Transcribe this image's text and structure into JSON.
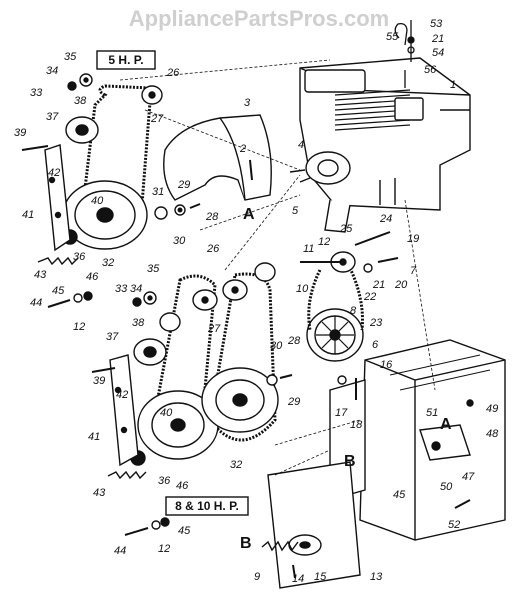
{
  "watermark": "AppliancePartsPros.com",
  "boxes": {
    "hp5": "5 H. P.",
    "hp810": "8 & 10 H. P."
  },
  "refs": {
    "a": "A",
    "b": "B"
  },
  "callouts": {
    "c1": "1",
    "c2": "2",
    "c3": "3",
    "c4": "4",
    "c5": "5",
    "c6": "6",
    "c7": "7",
    "c8": "8",
    "c9": "9",
    "c10": "10",
    "c11": "11",
    "c12": "12",
    "c13": "13",
    "c14": "14",
    "c15": "15",
    "c16": "16",
    "c17": "17",
    "c18": "18",
    "c19": "19",
    "c20": "20",
    "c21": "21",
    "c22": "22",
    "c23": "23",
    "c24": "24",
    "c25": "25",
    "c26": "26",
    "c27": "27",
    "c28": "28",
    "c29": "29",
    "c30": "30",
    "c31": "31",
    "c32": "32",
    "c33": "33",
    "c34": "34",
    "c35": "35",
    "c36": "36",
    "c37": "37",
    "c38": "38",
    "c39": "39",
    "c40": "40",
    "c41": "41",
    "c42": "42",
    "c43": "43",
    "c44": "44",
    "c45": "45",
    "c46": "46",
    "c47": "47",
    "c48": "48",
    "c49": "49",
    "c50": "50",
    "c51": "51",
    "c52": "52",
    "c53": "53",
    "c54": "54",
    "c55": "55",
    "c56": "56"
  },
  "colors": {
    "ink": "#111111",
    "paper": "#ffffff",
    "watermark": "#cfcfcf"
  }
}
